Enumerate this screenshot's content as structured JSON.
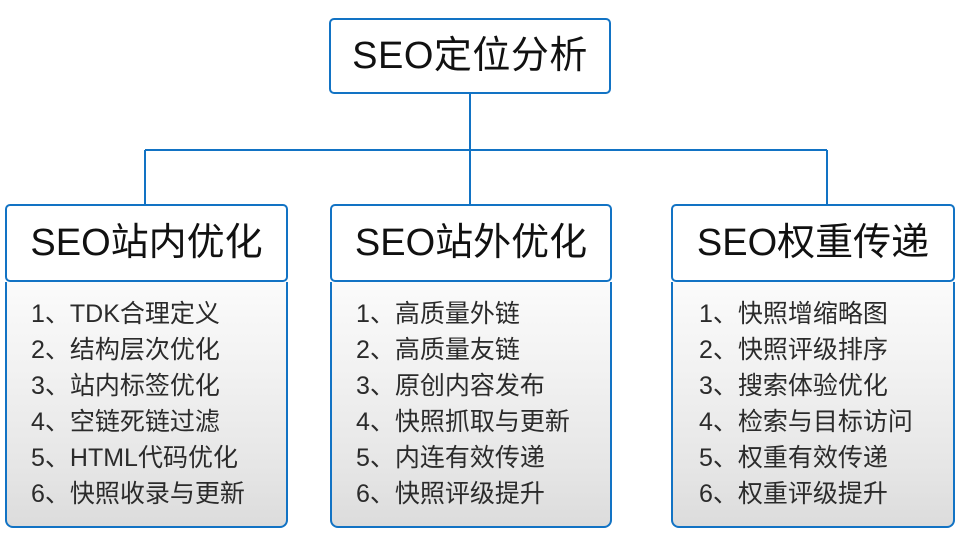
{
  "diagram": {
    "type": "organization-tree",
    "accent_color": "#1273c4",
    "background_color": "#ffffff",
    "text_color": "#111111",
    "root": {
      "title": "SEO定位分析"
    },
    "branches": [
      {
        "title": "SEO站内优化",
        "items": [
          "1、TDK合理定义",
          "2、结构层次优化",
          "3、站内标签优化",
          "4、空链死链过滤",
          "5、HTML代码优化",
          "6、快照收录与更新"
        ]
      },
      {
        "title": "SEO站外优化",
        "items": [
          "1、高质量外链",
          "2、高质量友链",
          "3、原创内容发布",
          "4、快照抓取与更新",
          "5、内连有效传递",
          "6、快照评级提升"
        ]
      },
      {
        "title": "SEO权重传递",
        "items": [
          "1、快照增缩略图",
          "2、快照评级排序",
          "3、搜索体验优化",
          "4、检索与目标访问",
          "5、权重有效传递",
          "6、权重评级提升"
        ]
      }
    ]
  }
}
